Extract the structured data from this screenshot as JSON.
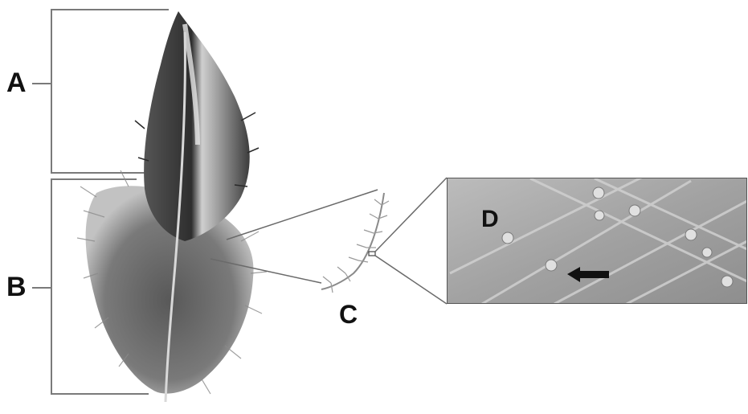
{
  "labels": {
    "a": "A",
    "b": "B",
    "c": "C",
    "d": "D"
  },
  "colors": {
    "bracket": "#7a7a7a",
    "feather_dark": "#3a3a3a",
    "feather_mid": "#6a6a6a",
    "feather_light": "#b8b8b8",
    "micrograph_bg": "#a8a8a8",
    "arrow": "#111111"
  }
}
